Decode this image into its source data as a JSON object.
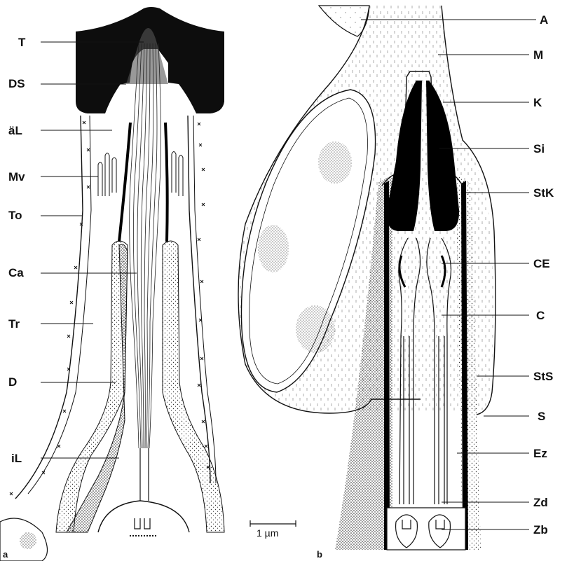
{
  "figure": {
    "panel_a": {
      "letter": "a",
      "labels": [
        {
          "id": "T",
          "text": "T"
        },
        {
          "id": "DS",
          "text": "DS"
        },
        {
          "id": "aeL",
          "text": "äL"
        },
        {
          "id": "Mv",
          "text": "Mv"
        },
        {
          "id": "To",
          "text": "To"
        },
        {
          "id": "Ca",
          "text": "Ca"
        },
        {
          "id": "Tr",
          "text": "Tr"
        },
        {
          "id": "D",
          "text": "D"
        },
        {
          "id": "iL",
          "text": "iL"
        }
      ]
    },
    "panel_b": {
      "letter": "b",
      "labels": [
        {
          "id": "A",
          "text": "A"
        },
        {
          "id": "M",
          "text": "M"
        },
        {
          "id": "K",
          "text": "K"
        },
        {
          "id": "Si",
          "text": "Si"
        },
        {
          "id": "StK",
          "text": "StK"
        },
        {
          "id": "CE",
          "text": "CE"
        },
        {
          "id": "C",
          "text": "C"
        },
        {
          "id": "StS",
          "text": "StS"
        },
        {
          "id": "S",
          "text": "S"
        },
        {
          "id": "Ez",
          "text": "Ez"
        },
        {
          "id": "Zd",
          "text": "Zd"
        },
        {
          "id": "Zb",
          "text": "Zb"
        }
      ]
    },
    "scale_bar": {
      "label": "1 µm"
    }
  }
}
